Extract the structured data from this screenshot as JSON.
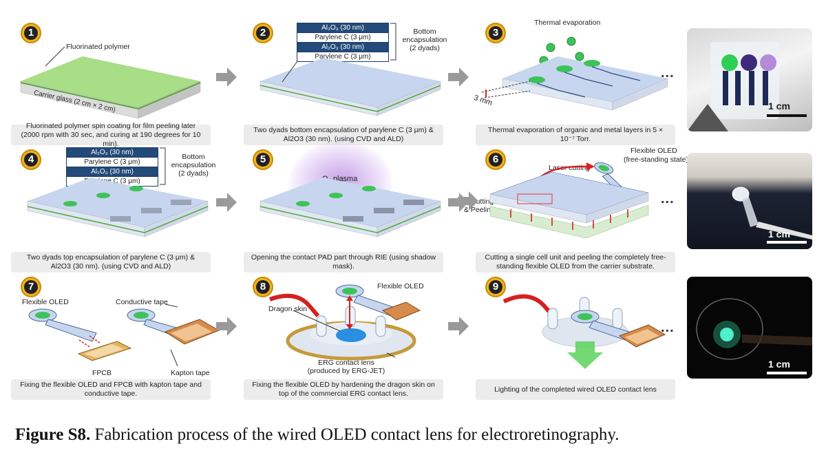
{
  "steps": [
    {
      "num": "1",
      "caption": "Fluorinated polymer spin coating for film peeling later (2000 rpm with 30 sec, and curing at 190 degrees for 10 min).",
      "labels": {
        "polymer": "Fluorinated polymer",
        "glass": "Carrier glass (2 cm × 2 cm)"
      }
    },
    {
      "num": "2",
      "caption": "Two dyads bottom encapsulation of parylene C (3 μm) & Al2O3 (30 nm). (using CVD and ALD)",
      "labels": {
        "encap": "Bottom encapsulation (2 dyads)"
      }
    },
    {
      "num": "3",
      "caption": "Thermal evaporation of organic and metal layers in 5 × 10⁻⁷ Torr.",
      "labels": {
        "thermal": "Thermal evaporation",
        "mm": "3 mm"
      }
    },
    {
      "num": "4",
      "caption": "Two dyads top encapsulation of parylene C (3 μm) & Al2O3 (30 nm). (using CVD and ALD)",
      "labels": {
        "encap": "Bottom encapsulation (2 dyads)"
      }
    },
    {
      "num": "5",
      "caption": "Opening the contact PAD part through RIE (using shadow mask).",
      "labels": {
        "plasma": "O₂ plasma"
      }
    },
    {
      "num": "6",
      "caption": "Cutting a single cell unit and peeling the completely free-standing flexible OLED from the carrier substrate.",
      "labels": {
        "laser": "Laser cutting",
        "flex": "Flexible OLED",
        "free": "(free-standing state)",
        "cut": "Cutting",
        "peel": "& Peeling"
      }
    },
    {
      "num": "7",
      "caption": "Fixing the flexible OLED and FPCB with kapton tape and conductive tape.",
      "labels": {
        "flex": "Flexible OLED",
        "conductive": "Conductive tape",
        "fpcb": "FPCB",
        "kapton": "Kapton tape"
      }
    },
    {
      "num": "8",
      "caption": "Fixing the flexible OLED by hardening the dragon skin on top of the commercial ERG contact lens.",
      "labels": {
        "flex": "Flexible OLED",
        "dragon": "Dragon skin",
        "erg": "ERG contact lens",
        "ergjet": "(produced by ERG-JET)"
      }
    },
    {
      "num": "9",
      "caption": "Lighting of the completed wired OLED contact lens",
      "labels": {}
    }
  ],
  "stack_layers": [
    "Al₂O₃ (30 nm)",
    "Parylene C (3 μm)",
    "Al₂O₃ (30 nm)",
    "Parylene C (3 μm)"
  ],
  "scale_bar": "1 cm",
  "ellipsis": "...",
  "figure_caption": {
    "label": "Figure S8.",
    "text": " Fabrication process of the wired OLED contact lens for electroretinography."
  },
  "colors": {
    "badge": "#f2b21e",
    "stack_dark": "#234a78",
    "arrow": "#9a9a9a",
    "green": "#7cc95a",
    "blue_substrate": "#c7d6ee"
  }
}
